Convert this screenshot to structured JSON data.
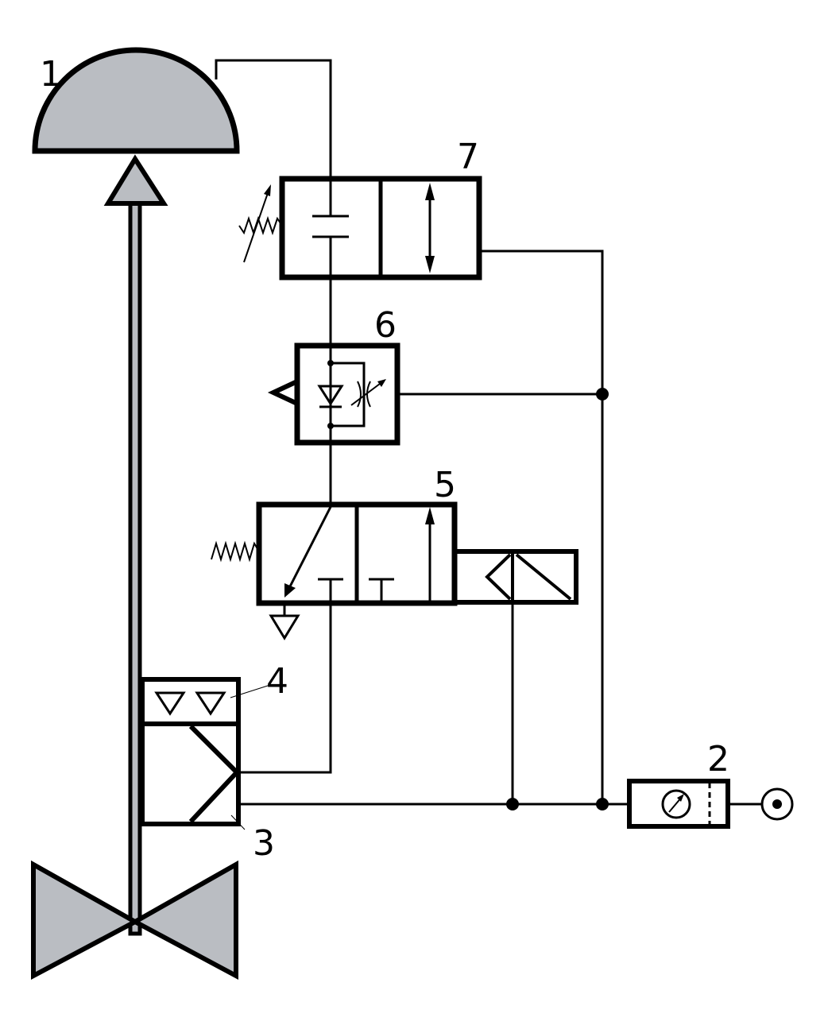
{
  "labels": {
    "actuator": "1",
    "supply_unit": "2",
    "booster": "3",
    "exhaust": "4",
    "solenoid_valve": "5",
    "flow_control": "6",
    "regulator": "7"
  },
  "colors": {
    "line": "#000000",
    "fill_gray": "#babdc2",
    "background": "#ffffff"
  }
}
